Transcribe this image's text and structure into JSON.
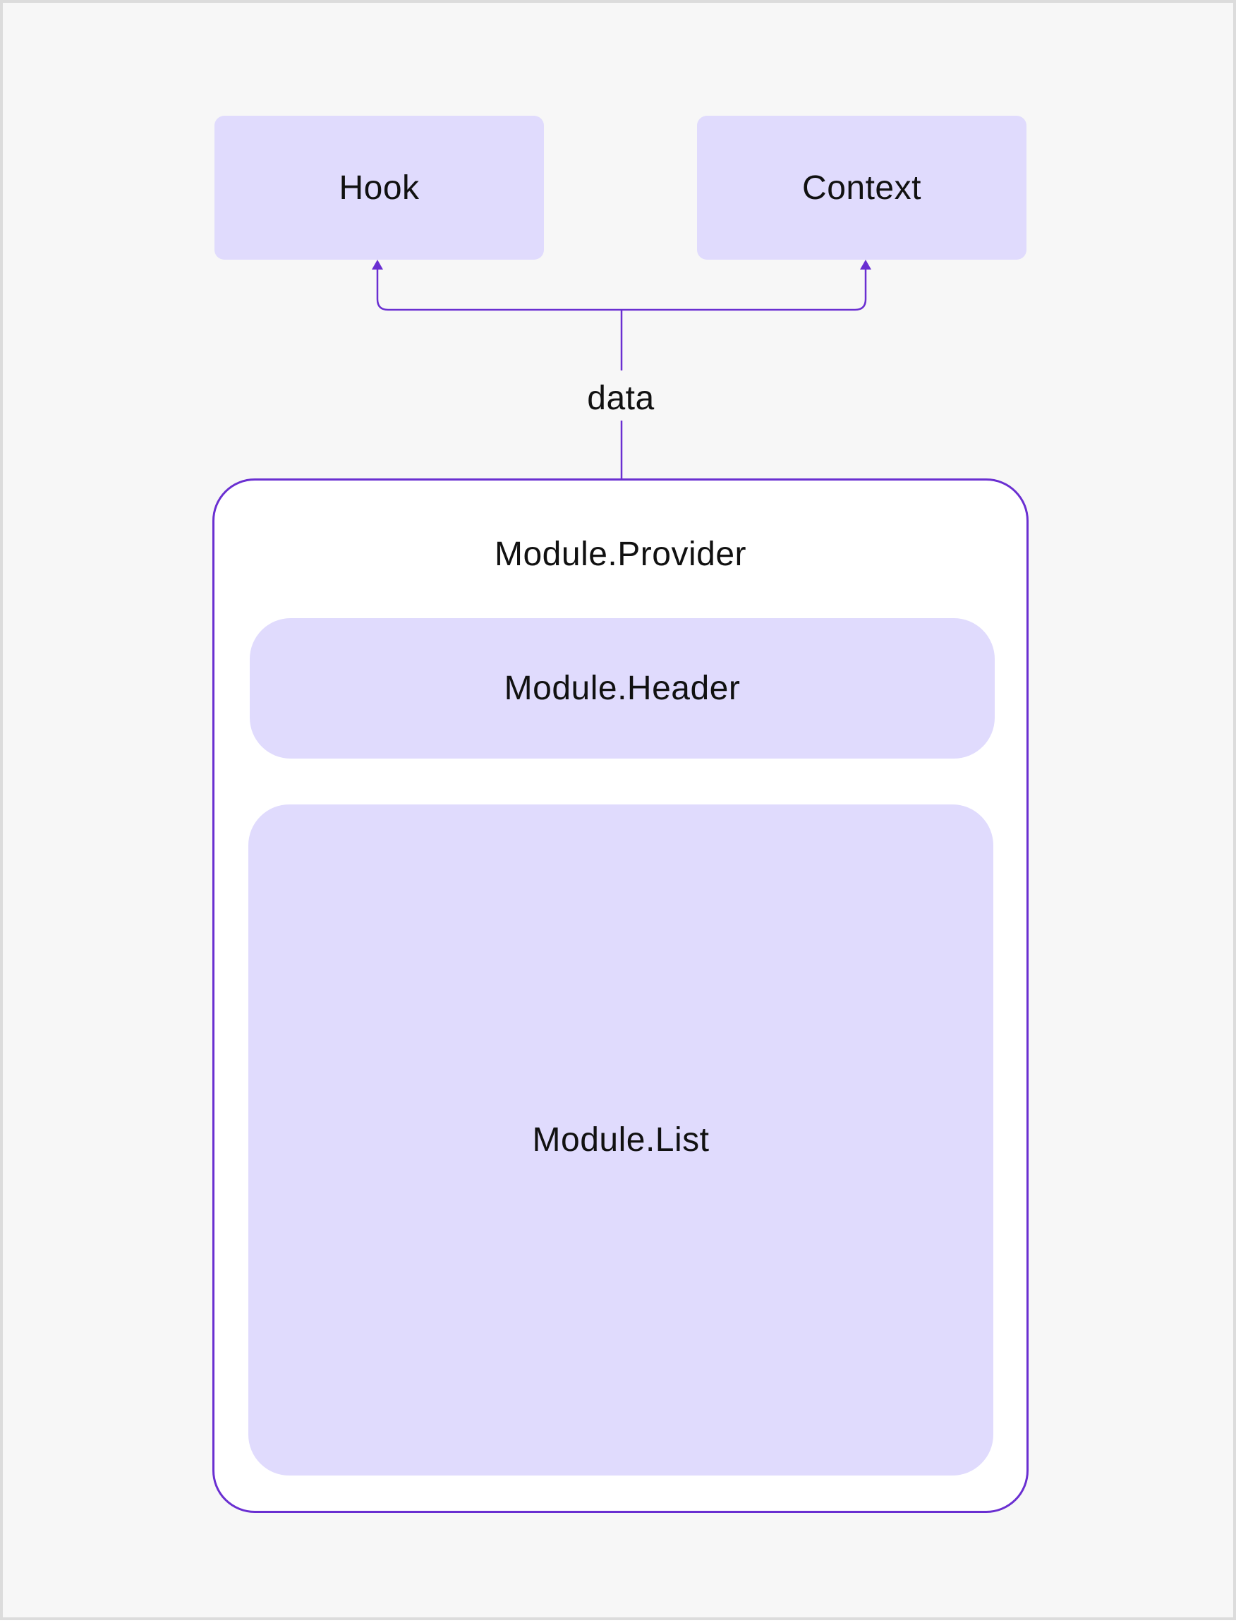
{
  "diagram": {
    "nodes": {
      "hook": "Hook",
      "context": "Context",
      "provider": "Module.Provider",
      "header": "Module.Header",
      "list": "Module.List"
    },
    "edge_label": "data",
    "edges": [
      {
        "from": "Module.Provider",
        "to": "Hook",
        "label": "data"
      },
      {
        "from": "Module.Provider",
        "to": "Context",
        "label": "data"
      }
    ],
    "colors": {
      "background": "#f7f7f7",
      "box_fill": "#e0dbfd",
      "accent": "#6a2fd1",
      "text": "#111111"
    }
  }
}
